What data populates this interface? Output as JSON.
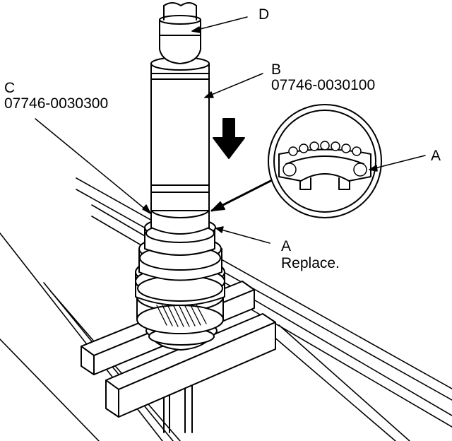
{
  "callouts": {
    "a_seal": {
      "letter": "A"
    },
    "a_ring": {
      "letter": "A",
      "note": "Replace."
    },
    "b_tool": {
      "letter": "B",
      "part_number": "07746-0030100"
    },
    "c_tool": {
      "letter": "C",
      "part_number": "07746-0030300"
    },
    "d_tool": {
      "letter": "D"
    }
  }
}
